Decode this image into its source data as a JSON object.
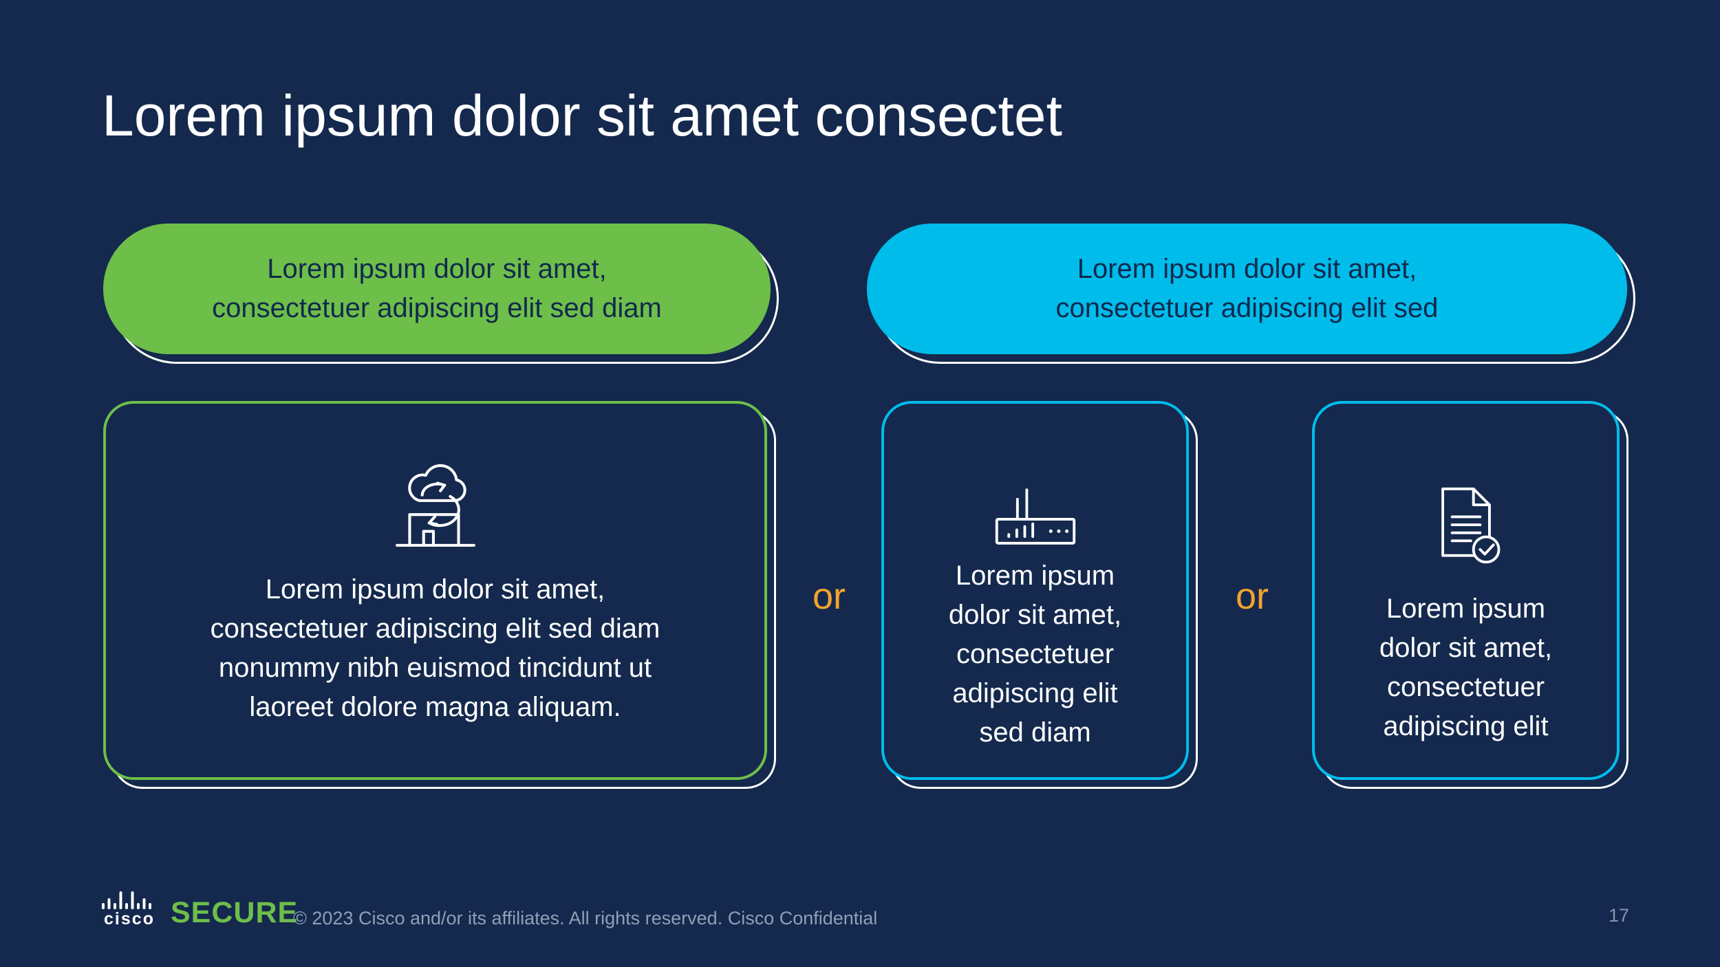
{
  "slide": {
    "title": "Lorem ipsum dolor sit amet consectet",
    "background_color": "#14294d"
  },
  "colors": {
    "background_navy": "#14294d",
    "green": "#6ebe4a",
    "cyan": "#00bceb",
    "orange_or": "#f0a42e",
    "pill_text_navy": "#10294c",
    "footer_gray": "#8fa0b6",
    "white": "#ffffff"
  },
  "pills": [
    {
      "color_name": "green",
      "lines": [
        "Lorem ipsum dolor sit amet,",
        "consectetuer adipiscing elit sed diam"
      ]
    },
    {
      "color_name": "cyan",
      "lines": [
        "Lorem ipsum dolor sit amet,",
        "consectetuer adipiscing elit sed"
      ]
    }
  ],
  "boxes": [
    {
      "icon": "cloud-sync-building-icon",
      "border_color": "green",
      "lines": [
        "Lorem ipsum dolor sit amet,",
        "consectetuer adipiscing elit sed diam",
        "nonummy nibh euismod tincidunt ut",
        "laoreet dolore magna aliquam."
      ]
    },
    {
      "icon": "wireless-router-icon",
      "border_color": "cyan",
      "lines": [
        "Lorem ipsum",
        "dolor sit amet,",
        "consectetuer",
        "adipiscing elit",
        "sed diam"
      ]
    },
    {
      "icon": "document-check-icon",
      "border_color": "cyan",
      "lines": [
        "Lorem ipsum",
        "dolor sit amet,",
        "consectetuer",
        "adipiscing elit"
      ]
    }
  ],
  "separators": {
    "or_label": "or"
  },
  "footer": {
    "brand": "cisco",
    "product": "SECURE",
    "copyright": "© 2023 Cisco and/or its affiliates. All rights reserved. Cisco Confidential",
    "page_number": "17"
  }
}
